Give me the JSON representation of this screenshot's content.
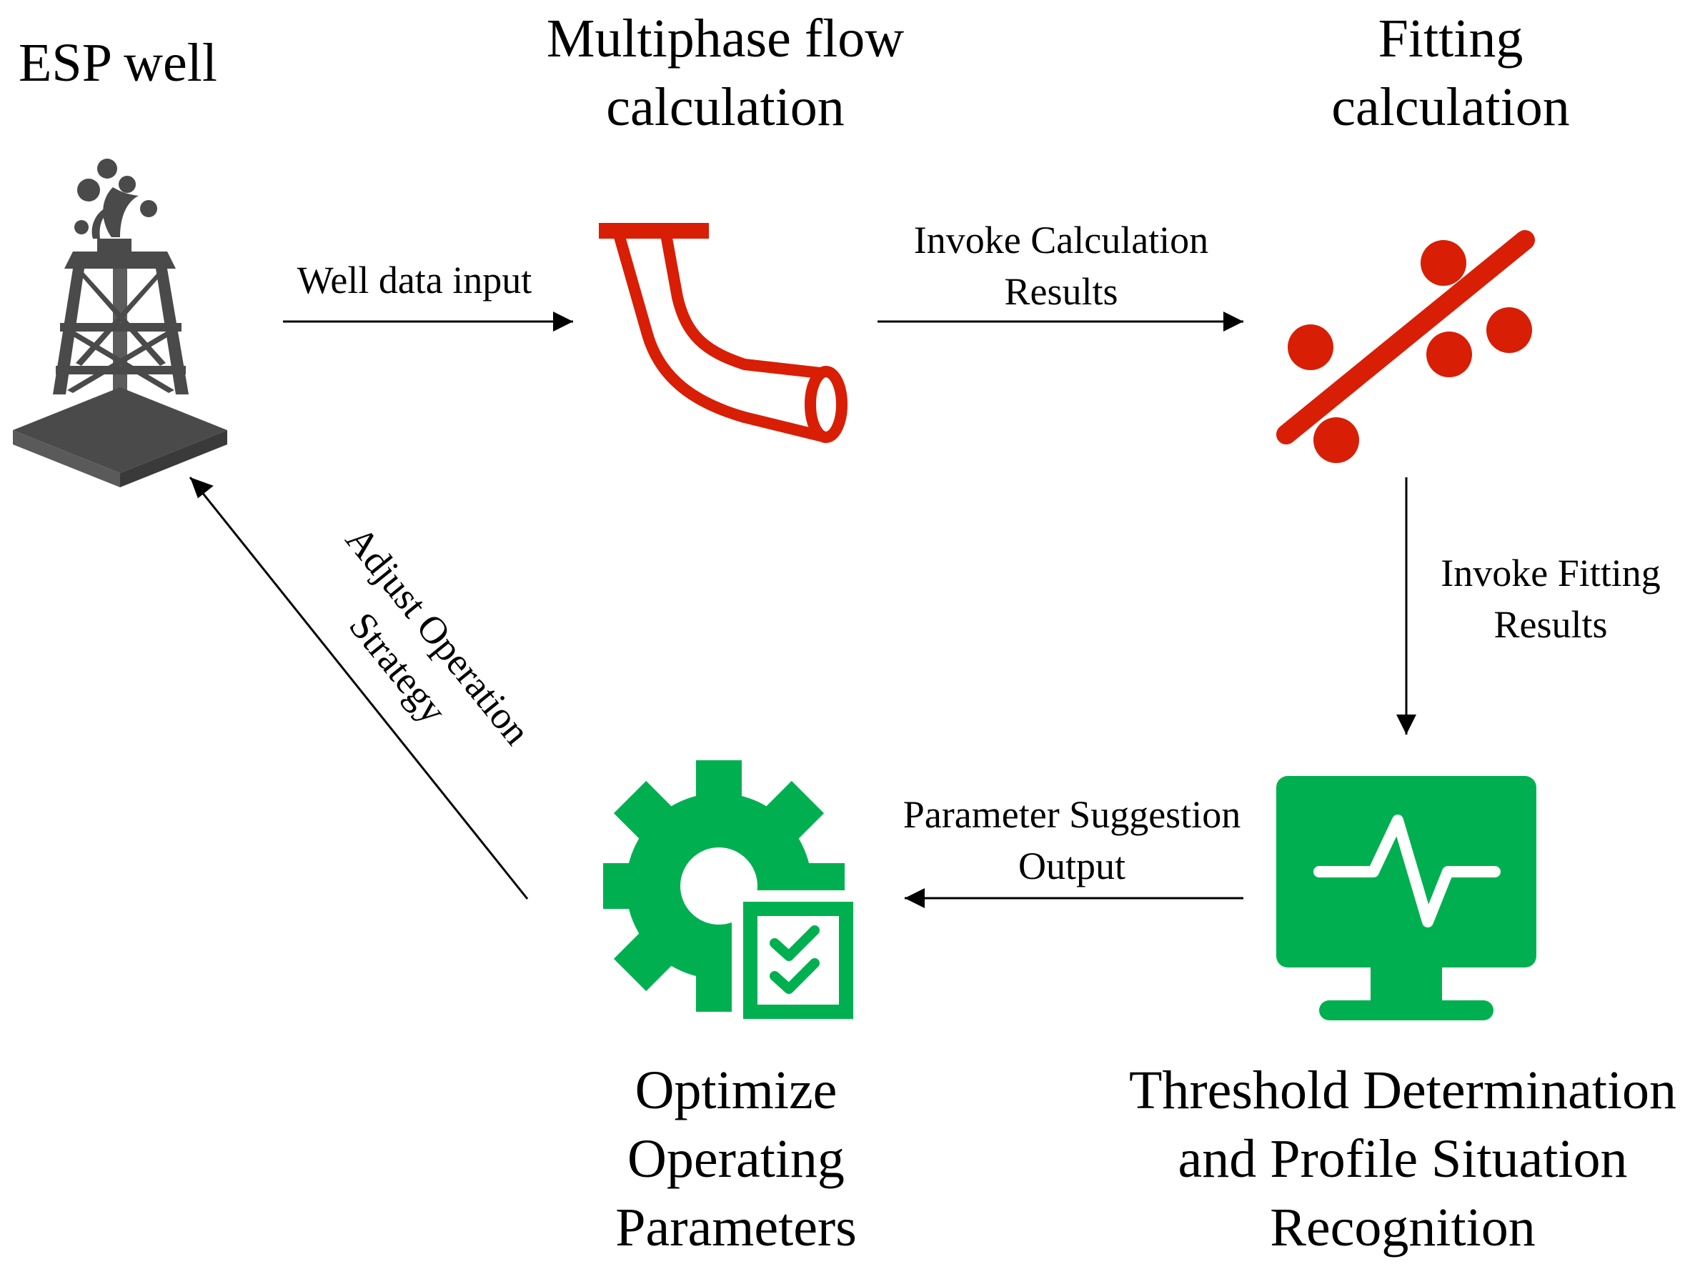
{
  "colors": {
    "well": "#4a4a4a",
    "calc": "#d81e05",
    "output": "#00b050",
    "arrow": "#000000"
  },
  "nodes": {
    "esp_well": {
      "title": "ESP well",
      "icon": "oil-derrick-icon"
    },
    "multiphase": {
      "title": "Multiphase flow\ncalculation",
      "icon": "bent-pipe-icon"
    },
    "fitting": {
      "title": "Fitting\ncalculation",
      "icon": "regression-fit-icon"
    },
    "threshold": {
      "title": "Threshold Determination\nand  Profile Situation\nRecognition",
      "icon": "monitor-pulse-icon"
    },
    "optimize": {
      "title": "Optimize\nOperating\nParameters",
      "icon": "gear-checklist-icon"
    }
  },
  "edges": {
    "well_data_input": {
      "label": "Well data input"
    },
    "invoke_calculation": {
      "label": "Invoke Calculation\nResults"
    },
    "invoke_fitting": {
      "label": "Invoke Fitting\nResults"
    },
    "parameter_suggestion": {
      "label": "Parameter Suggestion\nOutput"
    },
    "adjust_strategy": {
      "label": "Adjust Operation\nStrategy"
    }
  }
}
